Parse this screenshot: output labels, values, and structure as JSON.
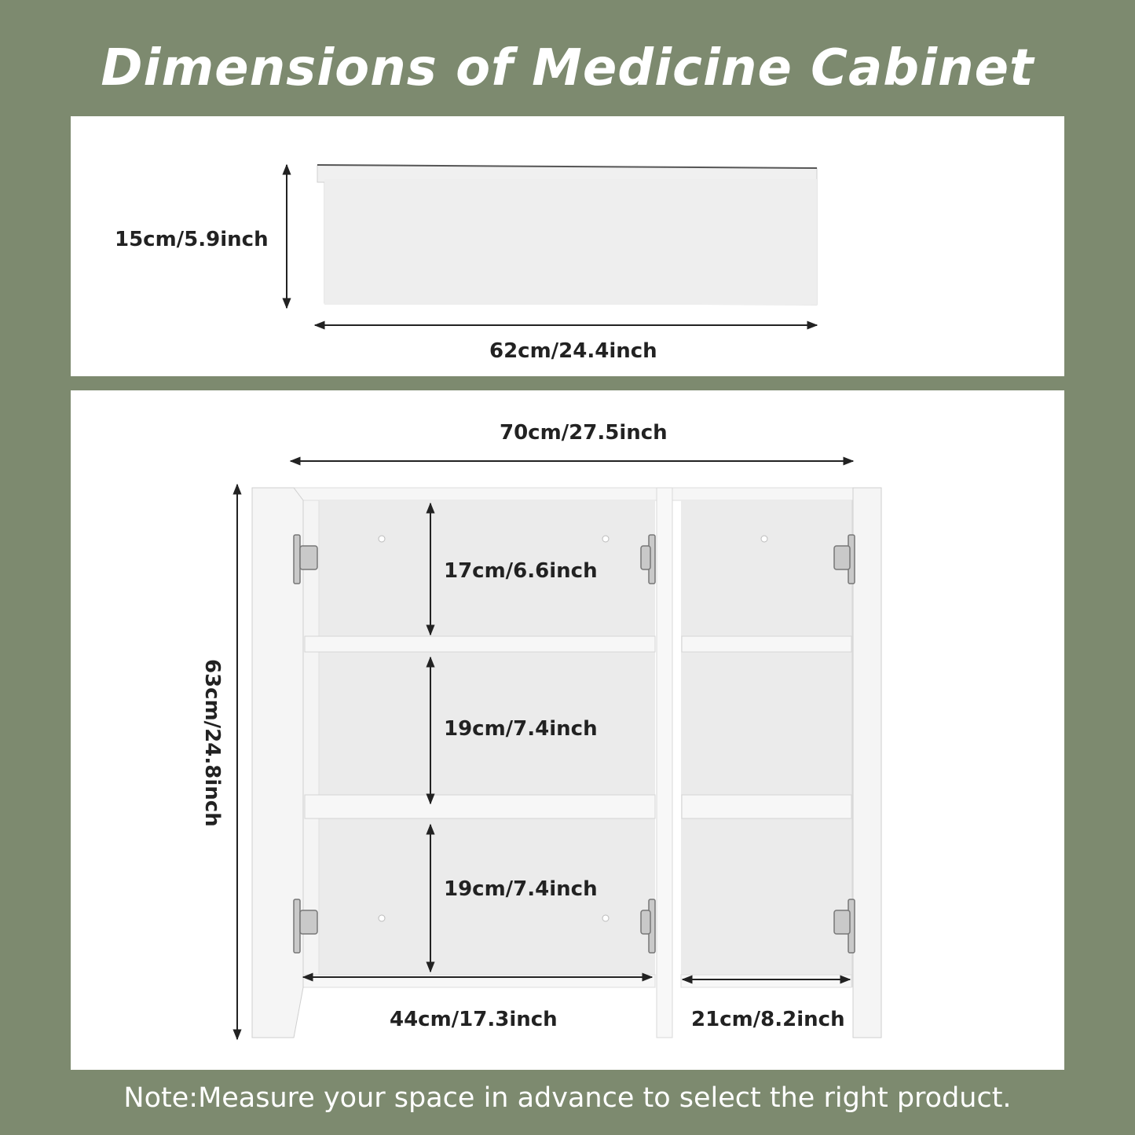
{
  "title": "Dimensions of  Medicine Cabinet",
  "note": "Note:Measure your space in advance to select the right product.",
  "colors": {
    "background": "#7d8a6f",
    "panel": "#ffffff",
    "cabinet": "#f4f4f4",
    "interior": "#e9e9e9",
    "text": "#222222"
  },
  "top_view": {
    "depth": "15cm/5.9inch",
    "width": "62cm/24.4inch"
  },
  "front_view": {
    "overall_width": "70cm/27.5inch",
    "height": "63cm/24.8inch",
    "shelf_top": "17cm/6.6inch",
    "shelf_middle": "19cm/7.4inch",
    "shelf_bottom": "19cm/7.4inch",
    "left_section_width": "44cm/17.3inch",
    "right_section_width": "21cm/8.2inch"
  }
}
